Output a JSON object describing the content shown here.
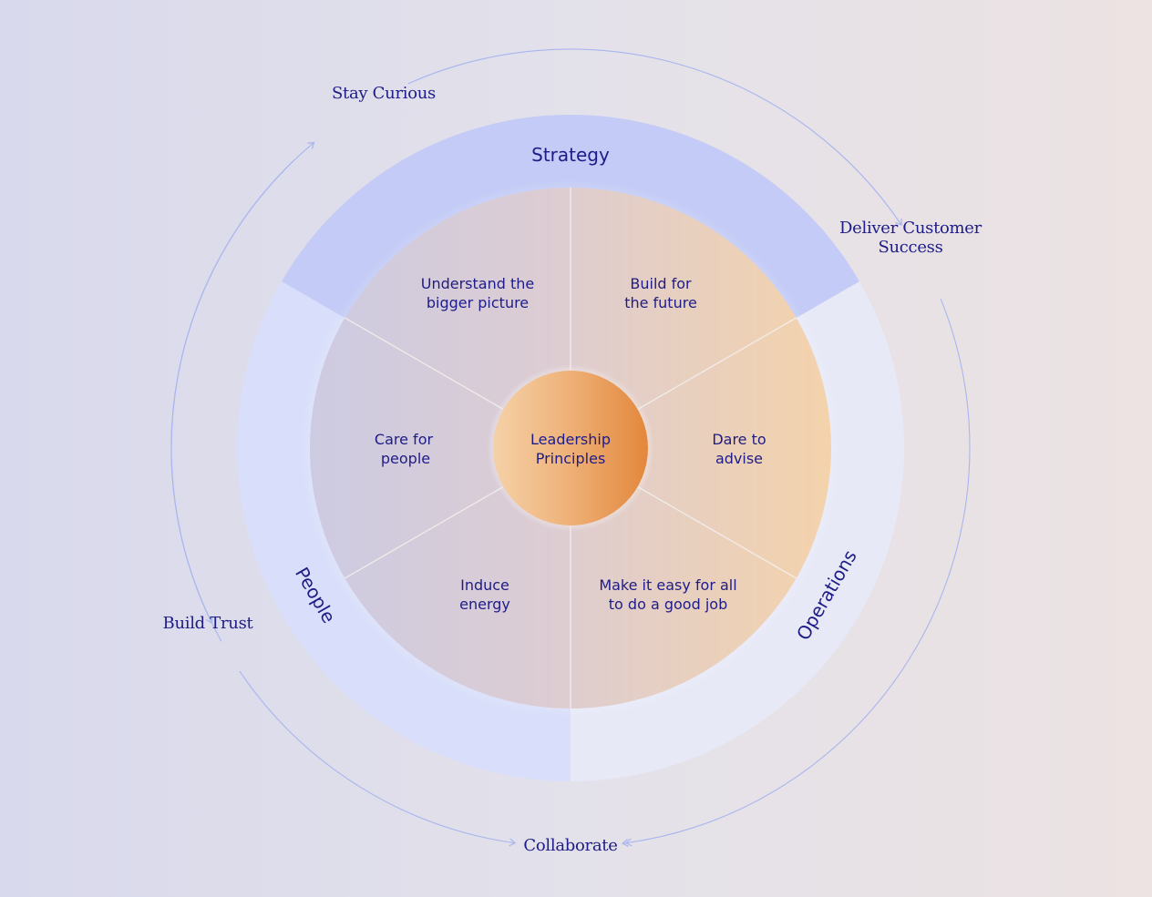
{
  "center": {
    "line1": "Leadership",
    "line2": "Principles"
  },
  "rings": {
    "strategy": "Strategy",
    "people": "People",
    "operations": "Operations"
  },
  "sectors": {
    "understand": {
      "line1": "Understand the",
      "line2": "bigger picture"
    },
    "build_future": {
      "line1": "Build for",
      "line2": "the future"
    },
    "dare": {
      "line1": "Dare to",
      "line2": "advise"
    },
    "make_easy": {
      "line1": "Make it easy for all",
      "line2": "to do a good job"
    },
    "induce": {
      "line1": "Induce",
      "line2": "energy"
    },
    "care": {
      "line1": "Care for",
      "line2": "people"
    }
  },
  "values": {
    "stay_curious": "Stay Curious",
    "deliver_line1": "Deliver Customer",
    "deliver_line2": "Success",
    "build_trust": "Build Trust",
    "collaborate": "Collaborate"
  },
  "colors": {
    "text": "#1e1c86",
    "strategy_ring": "#c3cbf6",
    "people_ring": "#d9dffa",
    "operations_ring": "#e7e9f7",
    "core_left": "#cdcbe2",
    "core_right": "#f2d2ab",
    "center_left": "#f4cfa4",
    "center_right": "#e48a3e",
    "arrow": "#a9b5ee"
  }
}
